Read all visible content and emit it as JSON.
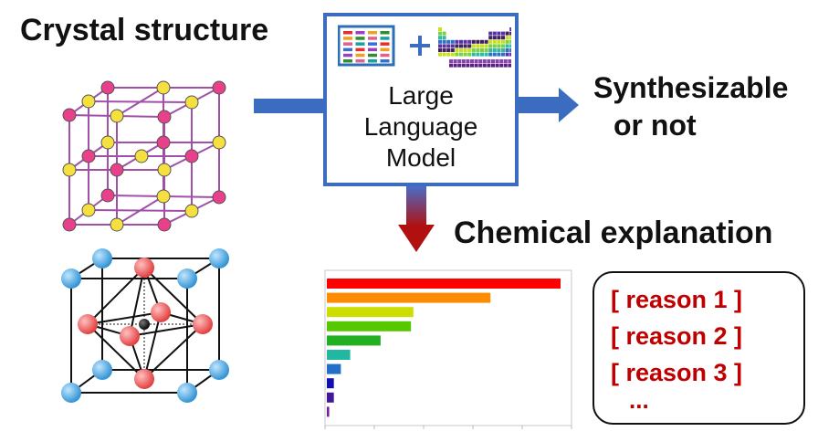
{
  "crystal_title": "Crystal structure",
  "llm": {
    "lines": [
      "Large",
      "Language",
      "Model"
    ]
  },
  "output": {
    "lines": [
      "Synthesizable",
      "or not"
    ]
  },
  "explanation_title": "Chemical explanation",
  "reasons": [
    "[ reason 1 ]",
    "[ reason 2 ]",
    "[ reason 3 ]"
  ],
  "reasons_more": "...",
  "colors": {
    "arrow_blue": "#3b6cc0",
    "arrow_red": "#b01010",
    "reason_red": "#c00000",
    "lattice_magenta": "#a050a8",
    "atom_pink": "#e8408a",
    "atom_yellow": "#f5e040",
    "atom_blue": "#3aa0dc",
    "atom_red": "#e84848"
  },
  "chart_data": {
    "type": "bar",
    "orientation": "horizontal",
    "values": [
      1.0,
      0.7,
      0.37,
      0.36,
      0.23,
      0.1,
      0.06,
      0.03,
      0.03,
      0.01
    ],
    "bar_colors": [
      "#ff0000",
      "#ff8c00",
      "#ccdd00",
      "#55c800",
      "#22b022",
      "#20b8a0",
      "#2070c8",
      "#1010b0",
      "#401898",
      "#7a1a9a"
    ],
    "xlabel": "",
    "ylabel": "",
    "grid": false
  }
}
